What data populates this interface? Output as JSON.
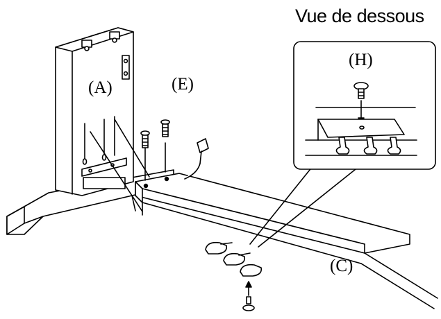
{
  "view_title": "Vue de dessous",
  "labels": {
    "a": "(A)",
    "e": "(E)",
    "h": "(H)",
    "c": "(C)"
  },
  "colors": {
    "line": "#000000",
    "fill": "#ffffff"
  }
}
